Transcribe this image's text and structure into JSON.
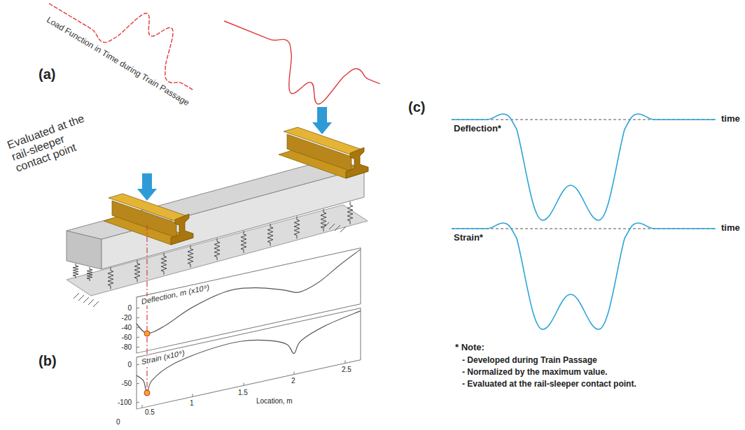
{
  "diagram": {
    "labels": [
      "(a)",
      "Load Function in Time during Train Passage",
      "Evaluated at the rail-sleeper contact point",
      "(b)",
      "Deflection, m (x10⁹)",
      "Strain (x10⁹)",
      "0",
      "-20",
      "-40",
      "-60",
      "-80",
      "0",
      "-50",
      "-100",
      "0",
      "0.5",
      "1",
      "1.5",
      "2",
      "2.5",
      "Location, m",
      "(c)",
      "Deflection*",
      "time",
      "Strain*",
      "time",
      "* Note:",
      "- Developed during Train Passage",
      "- Normalized by the maximum value.",
      "- Evaluated at the rail-sleeper contact point."
    ]
  }
}
